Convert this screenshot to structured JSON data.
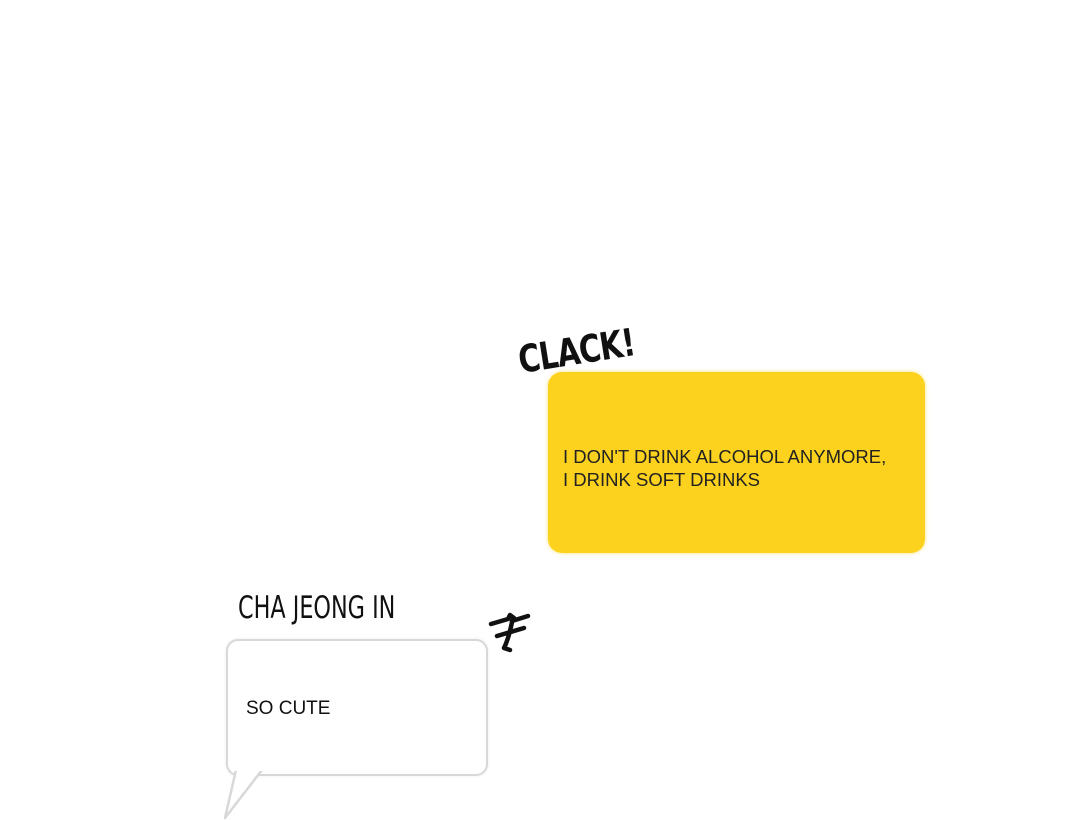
{
  "sound_effects": {
    "clack": "CLACK!"
  },
  "messages": [
    {
      "style": "yellow",
      "text": "I DON'T DRINK ALCOHOL ANYMORE,\nI DRINK SOFT DRINKS"
    },
    {
      "style": "white",
      "sender": "CHA JEONG IN",
      "text": "SO CUTE"
    }
  ],
  "colors": {
    "yellow_bubble": "#fcd21f",
    "white_bubble_border": "#d8d8d8",
    "background": "#ffffff"
  }
}
